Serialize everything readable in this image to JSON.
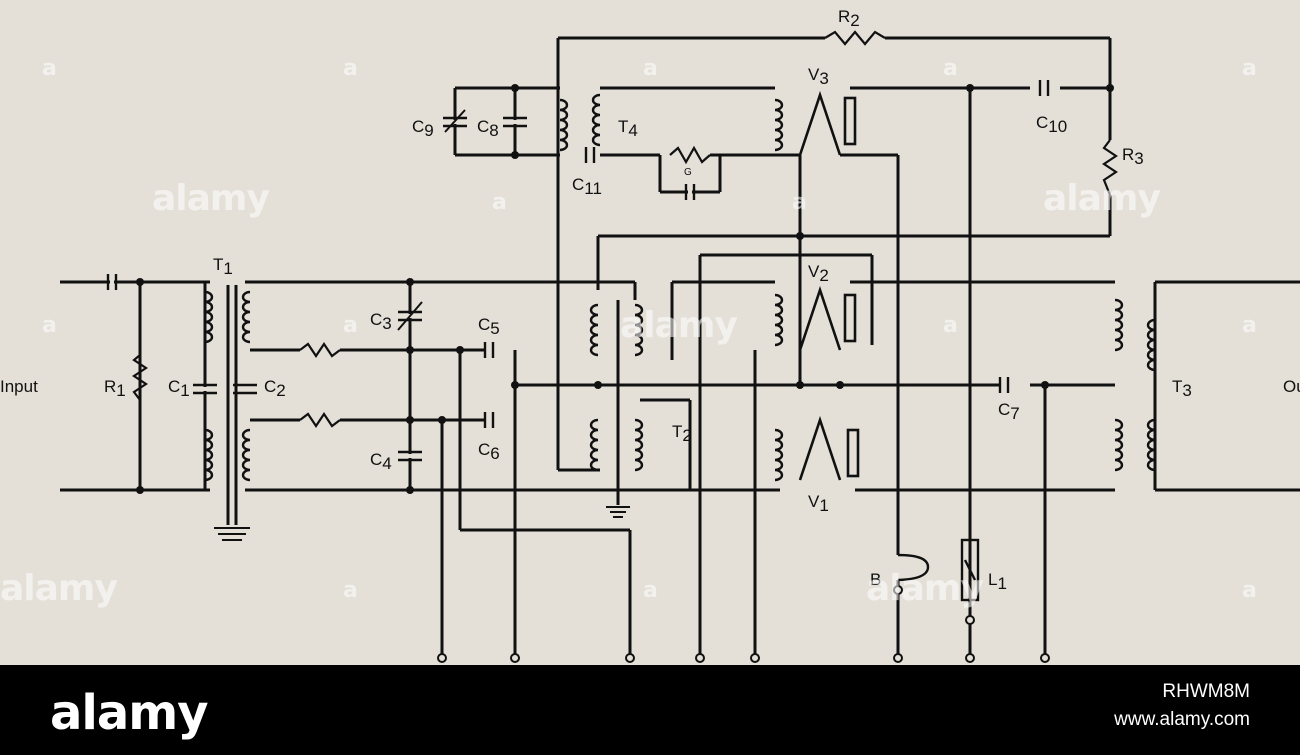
{
  "labels": {
    "input": "Input",
    "output_partial": "Ou",
    "R": "R",
    "R1_sub": "1",
    "R2_sub": "2",
    "R3_sub": "3",
    "C": "C",
    "C1_sub": "1",
    "C2_sub": "2",
    "C3_sub": "3",
    "C4_sub": "4",
    "C5_sub": "5",
    "C6_sub": "6",
    "C7_sub": "7",
    "C8_sub": "8",
    "C9_sub": "9",
    "C10_sub": "10",
    "C11_sub": "11",
    "T": "T",
    "T1_sub": "1",
    "T2_sub": "2",
    "T3_sub": "3",
    "T4_sub": "4",
    "V": "V",
    "V1_sub": "1",
    "V2_sub": "2",
    "V3_sub": "3",
    "G": "G",
    "B": "B",
    "L": "L",
    "L1_sub": "1"
  },
  "watermark": {
    "text": "alamy",
    "marker": "a"
  },
  "footer": {
    "logo": "alamy",
    "image_id": "RHWM8M",
    "site": "www.alamy.com"
  }
}
